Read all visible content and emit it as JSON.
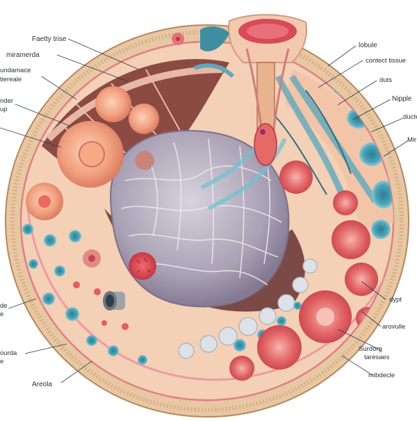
{
  "labels": {
    "fatty_tissue": "Faetty trise",
    "miramerda": "miramerda",
    "undamace_1": "undamace",
    "undamace_2": "tiereale",
    "under_1": "nder",
    "under_2": "up",
    "lobule": "lobule",
    "contect_tissue": "contect tissue",
    "duts": "duts",
    "nipple": "Nipple",
    "ducte": "ducte",
    "mir": "Mir",
    "de_1": "de",
    "de_2": "e",
    "sourda_1": "ourda",
    "sourda_2": "e",
    "areola": "Areola",
    "dypt": "dypt",
    "aroulle": "arovulle",
    "surdong_1": "Surdorg",
    "surdong_2": "taresaes",
    "mibdecle": "mibdecle"
  },
  "colors": {
    "skin": "#e9c9a6",
    "skin_edge": "#c99a72",
    "fat": "#f3cdb2",
    "pink": "#ef8f8f",
    "red": "#e0505a",
    "teal": "#3e93a8",
    "blue_duct": "#6cb6c8",
    "gland": "#b9b3c2",
    "dark_cavity": "#7a3a36"
  }
}
